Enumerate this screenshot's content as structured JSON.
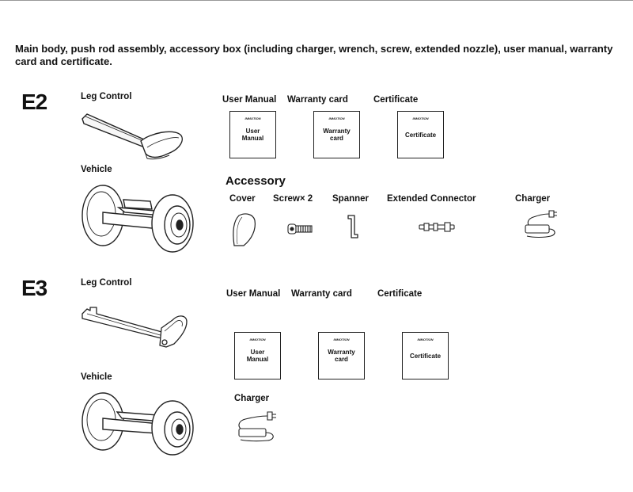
{
  "intro": "Main body, push rod assembly, accessory box (including charger, wrench, screw, extended nozzle), user manual, warranty card and certificate.",
  "e2": {
    "model": "E2",
    "leg_control": "Leg Control",
    "vehicle": "Vehicle",
    "docs": {
      "manual_heading": "User Manual",
      "warranty_heading": "Warranty card",
      "certificate_heading": "Certificate",
      "manual_text": "User Manual",
      "warranty_text": "Warranty card",
      "certificate_text": "Certificate",
      "brand": "INMOTION"
    },
    "accessory": {
      "title": "Accessory",
      "cover": "Cover",
      "screw": "Screw× 2",
      "spanner": "Spanner",
      "connector": "Extended Connector",
      "charger": "Charger"
    }
  },
  "e3": {
    "model": "E3",
    "leg_control": "Leg Control",
    "vehicle": "Vehicle",
    "docs": {
      "manual_heading": "User Manual",
      "warranty_heading": "Warranty card",
      "certificate_heading": "Certificate",
      "manual_text": "User Manual",
      "warranty_text": "Warranty card",
      "certificate_text": "Certificate",
      "brand": "INMOTION"
    },
    "charger": "Charger"
  }
}
